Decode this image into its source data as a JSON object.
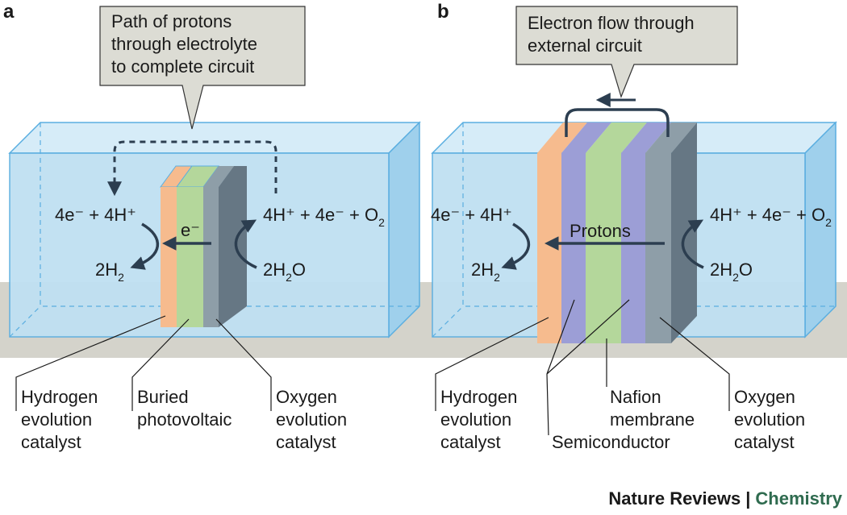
{
  "panel_a": {
    "letter": "a",
    "callout": [
      "Path of protons",
      "through electrolyte",
      "to complete circuit"
    ],
    "left_eq": {
      "top": "4e⁻ + 4H⁺",
      "bottom_main": "2H",
      "bottom_sub": "2"
    },
    "right_eq": {
      "top_main": "4H⁺ + 4e⁻ + O",
      "top_sub": "2",
      "bottom_a": "2H",
      "bottom_sub": "2",
      "bottom_b": "O"
    },
    "electron_label": "e⁻",
    "labels": {
      "hec": [
        "Hydrogen",
        "evolution",
        "catalyst"
      ],
      "pv": [
        "Buried",
        "photovoltaic"
      ],
      "oec": [
        "Oxygen",
        "evolution",
        "catalyst"
      ]
    }
  },
  "panel_b": {
    "letter": "b",
    "callout": [
      "Electron flow through",
      "external circuit"
    ],
    "left_eq": {
      "top": "4e⁻ + 4H⁺",
      "bottom_main": "2H",
      "bottom_sub": "2"
    },
    "right_eq": {
      "top_main": "4H⁺ + 4e⁻ + O",
      "top_sub": "2",
      "bottom_a": "2H",
      "bottom_sub": "2",
      "bottom_b": "O"
    },
    "protons_label": "Protons",
    "labels": {
      "hec": [
        "Hydrogen",
        "evolution",
        "catalyst"
      ],
      "semi": "Semiconductor",
      "nafion": [
        "Nafion",
        "membrane"
      ],
      "oec": [
        "Oxygen",
        "evolution",
        "catalyst"
      ]
    }
  },
  "credit": {
    "journal": "Nature Reviews",
    "separator": "|",
    "section": "Chemistry"
  },
  "colors": {
    "water_front": "#bfe0f2",
    "water_top": "#d6ecf8",
    "water_side": "#9fd0ec",
    "water_edge": "#5aaee0",
    "ground": "#d4d3cb",
    "hec": "#f6bb8e",
    "pv": "#b4d79b",
    "oec_front": "#8e9ea8",
    "oec_side": "#667784",
    "membrane": "#9c9ed6",
    "callout": "#dcdcd4",
    "arrow": "#2c3e50",
    "credit_green": "#2f6b4f"
  }
}
